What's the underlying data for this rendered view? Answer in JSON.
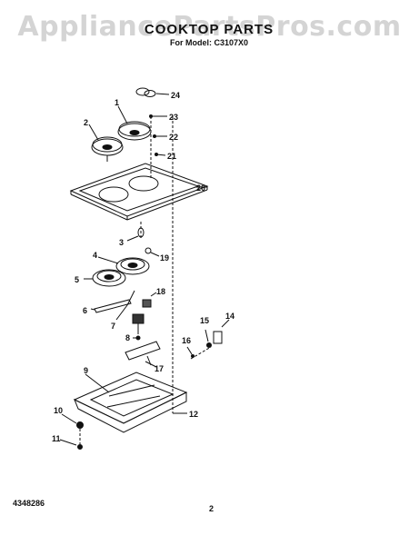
{
  "watermark": "AppliancePartsPros.com",
  "header": {
    "title": "COOKTOP PARTS",
    "subtitle": "For Model: C3107X0"
  },
  "footer": {
    "doc_number": "4348286",
    "page": "2"
  },
  "callouts": [
    "1",
    "2",
    "3",
    "4",
    "5",
    "6",
    "7",
    "8",
    "9",
    "10",
    "11",
    "12",
    "14",
    "15",
    "16",
    "17",
    "18",
    "19",
    "20",
    "21",
    "22",
    "23",
    "24"
  ]
}
